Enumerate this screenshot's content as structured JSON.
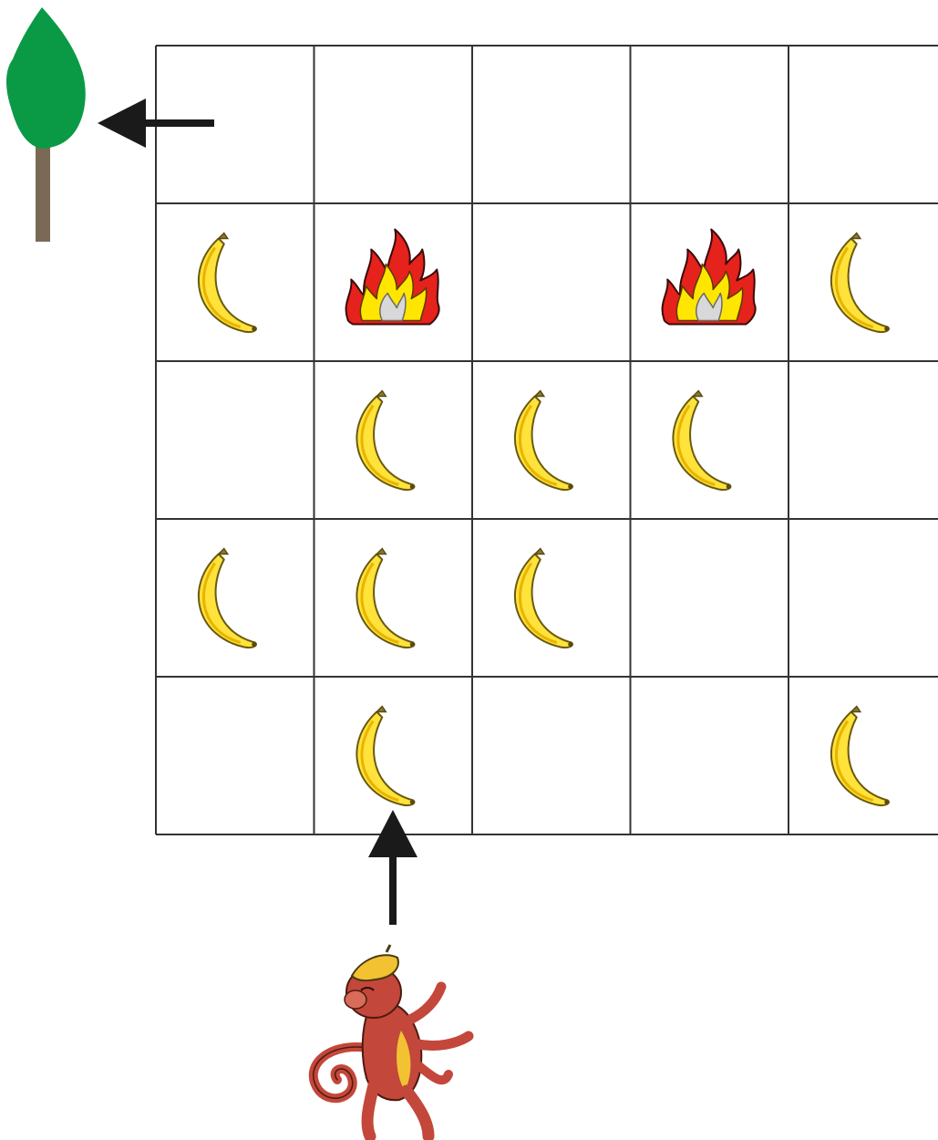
{
  "board": {
    "rows": 5,
    "cols": 5,
    "cells": [
      [
        "empty",
        "empty",
        "empty",
        "empty",
        "empty"
      ],
      [
        "banana",
        "fire",
        "empty",
        "fire",
        "banana"
      ],
      [
        "empty",
        "banana",
        "banana",
        "banana",
        "empty"
      ],
      [
        "banana",
        "banana",
        "banana",
        "empty",
        "empty"
      ],
      [
        "empty",
        "banana",
        "empty",
        "empty",
        "banana"
      ]
    ]
  },
  "goal": {
    "icon": "tree-icon",
    "row": 0,
    "side": "left"
  },
  "player": {
    "icon": "monkey-icon",
    "col": 1,
    "side": "bottom"
  },
  "icons": {
    "banana": "banana-icon",
    "fire": "fire-icon",
    "arrow": "arrow-icon"
  },
  "colors": {
    "grid_line": "#333333",
    "tree_leaves": "#0a9a45",
    "tree_trunk": "#7a6a55",
    "banana": "#ffe23a",
    "fire_outer": "#e5221b",
    "fire_inner": "#ffe600",
    "monkey": "#c3473a",
    "arrow": "#1a1a1a"
  }
}
